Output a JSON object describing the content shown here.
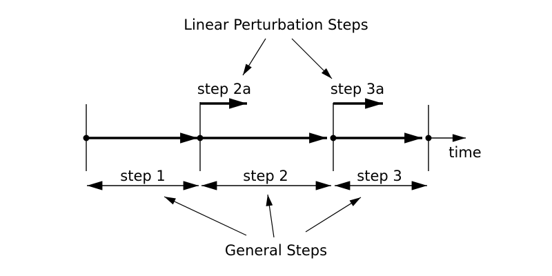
{
  "diagram": {
    "title": "Linear Perturbation Steps",
    "perturbation_steps": [
      {
        "label": "step 2a"
      },
      {
        "label": "step 3a"
      }
    ],
    "time_axis_label": "time",
    "general_steps": [
      {
        "label": "step 1"
      },
      {
        "label": "step 2"
      },
      {
        "label": "step 3"
      }
    ],
    "general_steps_caption": "General Steps",
    "colors": {
      "ink": "#000000",
      "background": "#ffffff"
    }
  }
}
